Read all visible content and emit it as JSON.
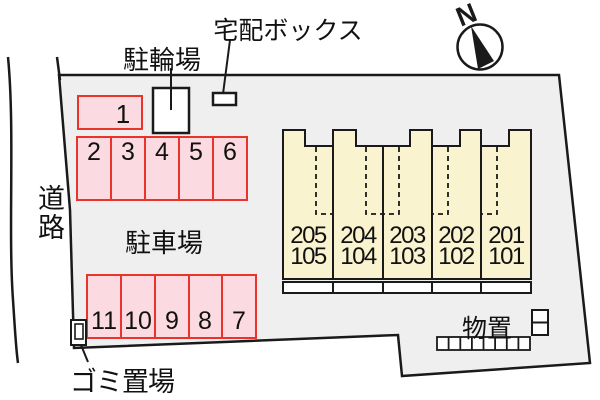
{
  "plan": {
    "compass": {
      "north_label": "N"
    },
    "labels": {
      "bicycle_parking": "駐輪場",
      "delivery_box": "宅配ボックス",
      "road": "道路",
      "parking_lot": "駐車場",
      "garbage_area": "ゴミ置場",
      "storage": "物置"
    },
    "parking_spaces": {
      "single": "1",
      "upper_row": [
        "2",
        "3",
        "4",
        "5",
        "6"
      ],
      "lower_row": [
        "11",
        "10",
        "9",
        "8",
        "7"
      ]
    },
    "building_units": [
      {
        "upper": "205",
        "lower": "105"
      },
      {
        "upper": "204",
        "lower": "104"
      },
      {
        "upper": "203",
        "lower": "103"
      },
      {
        "upper": "202",
        "lower": "102"
      },
      {
        "upper": "201",
        "lower": "101"
      }
    ],
    "colors": {
      "site_fill": "#efefef",
      "building_fill": "#f9f3d0",
      "parking_fill": "#fbdbe1",
      "parking_border": "#e8342b",
      "line": "#1a1a1a"
    }
  }
}
